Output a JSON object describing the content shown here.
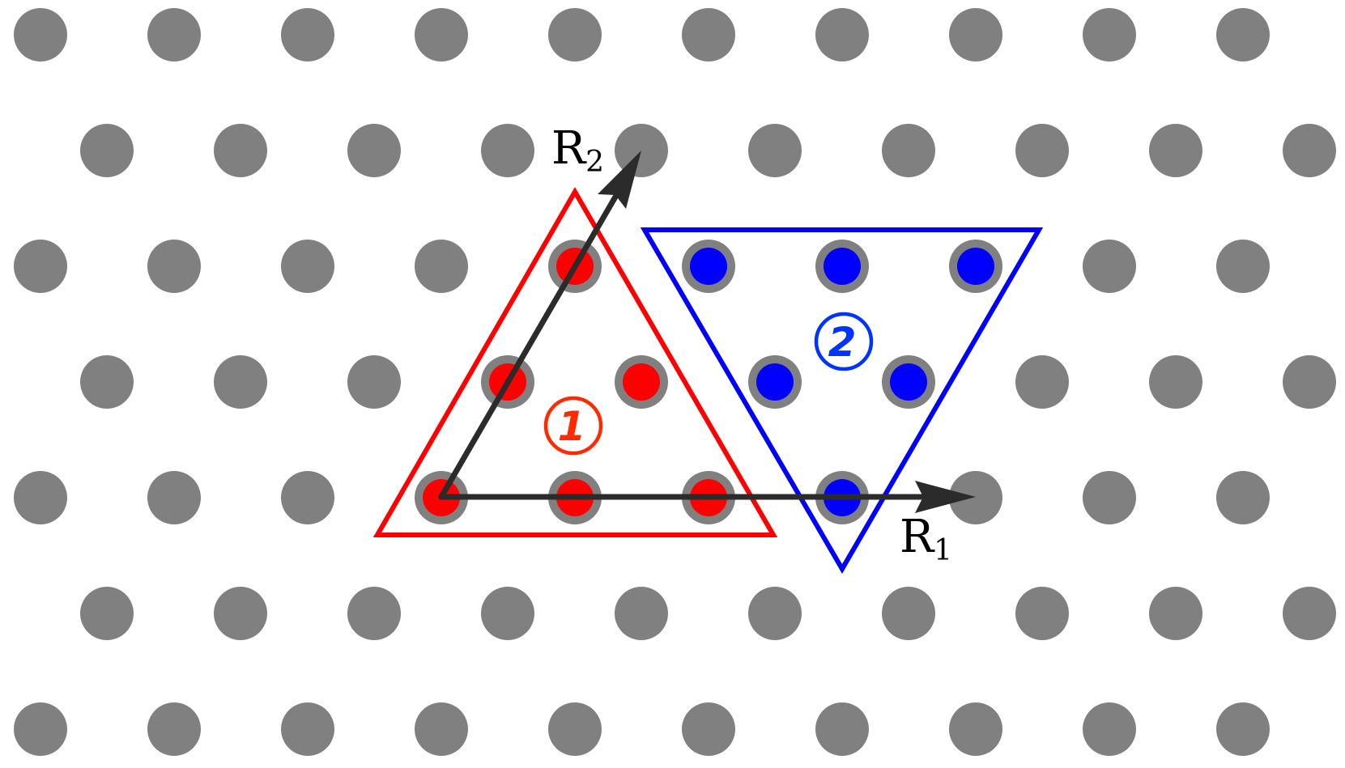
{
  "colors": {
    "background": "#ffffff",
    "lattice_site": "#808080",
    "cluster_1": "#ff0000",
    "cluster_1_label": "#ff2a00",
    "cluster_2": "#0000ff",
    "cluster_2_label": "#0033ff",
    "vector": "#2b2b2b"
  },
  "lattice": {
    "type": "triangular",
    "rows": 7,
    "sites_per_row": 10
  },
  "cluster_1": {
    "shape": "upward-triangle",
    "label": "1",
    "site_count": 6
  },
  "cluster_2": {
    "shape": "downward-triangle",
    "label": "2",
    "site_count": 6
  },
  "vectors": {
    "r1": {
      "symbol": "R",
      "subscript": "1"
    },
    "r2": {
      "symbol": "R",
      "subscript": "2"
    }
  }
}
